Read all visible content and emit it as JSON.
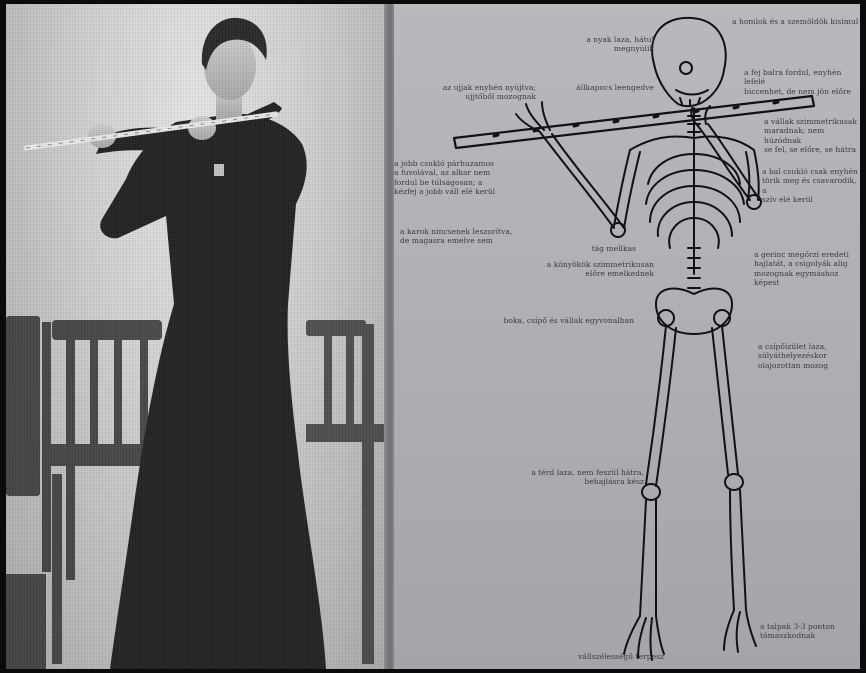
{
  "photo": {
    "description_icon": "woman-playing-flute-photo-icon"
  },
  "illustration": {
    "icon": "flute-playing-skeleton-icon",
    "labels": {
      "homlok": "a homlok és a szemöldök kisimul",
      "nyak": "a nyak laza, hátul\nmegnyúlik",
      "fej": "a fej balra fordul, enyhén lefelé\nbiccenhet, de nem jön előre",
      "ujjak": "az ujjak enyhén nyújtva;\nujjtőből mozognak",
      "allkapocs": "állkapocs leengedve",
      "vallak": "a vállak szimmetrikusak\nmaradnak; nem húzódnak\nse fel, se előre, se hátra",
      "jobb_csuklo": "a jobb csukló párhuzamos\na fuvolával, az alkar nem\nfordul be túlságosan; a\nkézfej a jobb váll elé kerül",
      "bal_csuklo": "a bal csukló csak enyhén\ntörik meg és csavarodik, a\nszív elé kerül",
      "karok": "a karok nincsenek leszorítva,\nde magasra emelve sem",
      "mellkas": "tág mellkas",
      "gerinc": "a gerinc megőrzi eredeti\nhajlatát, a csigolyák alig\nmozognak egymáshoz képest",
      "konyokok": "a könyökök szimmetrikusan\nelőre emelkednek",
      "boka": "boka, csípő és vállak egyvonalban",
      "csipo": "a csípőízület laza,\nsúlyáthelyezéskor\nolajozottan mozog",
      "terd": "a térd laza, nem feszül hátra,\nbehajlásra kész",
      "talpak": "a talpak 3-3 ponton\ntámaszkodnak",
      "terpesz": "vállszélességű terpesz"
    }
  }
}
